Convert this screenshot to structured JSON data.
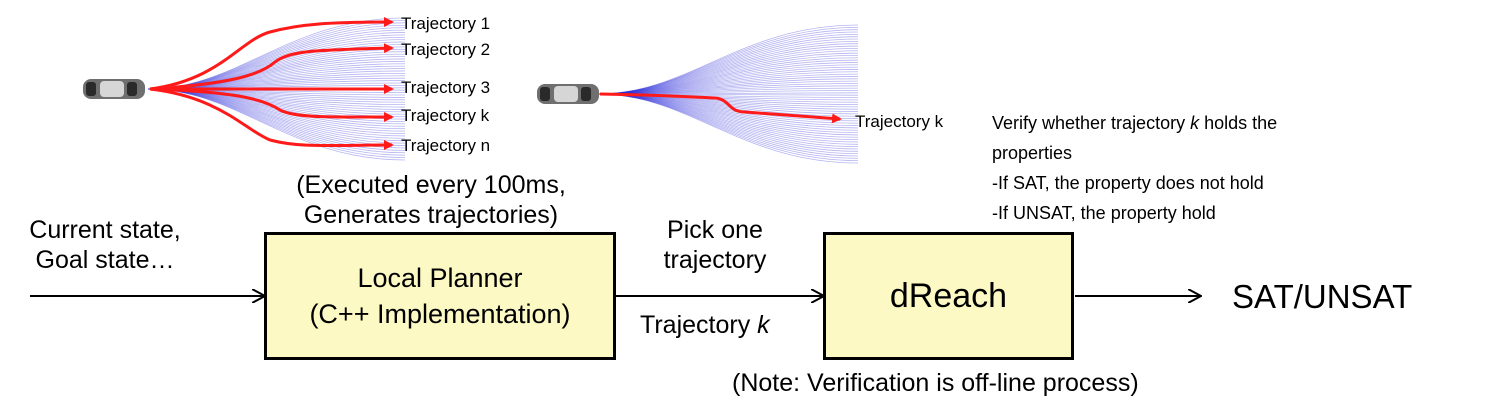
{
  "left_fan": {
    "labels": [
      "Trajectory 1",
      "Trajectory 2",
      "Trajectory 3",
      "Trajectory k",
      "Trajectory n"
    ]
  },
  "right_fan": {
    "label": "Trajectory k"
  },
  "verify_text": {
    "line1_prefix": "Verify whether trajectory ",
    "line1_k": "k",
    "line1_suffix": " holds the",
    "line2": "properties",
    "line3": "-If SAT, the property does not hold",
    "line4": "-If UNSAT, the property hold"
  },
  "planner_note": {
    "line1": "(Executed every 100ms,",
    "line2": "Generates trajectories)"
  },
  "input_text": {
    "line1": "Current state,",
    "line2": "Goal state…"
  },
  "local_planner": {
    "line1": "Local Planner",
    "line2": "(C++ Implementation)"
  },
  "pick_text": {
    "line1": "Pick one",
    "line2": "trajectory"
  },
  "edge_label": {
    "prefix": "Trajectory ",
    "k": "k"
  },
  "dreach": {
    "label": "dReach"
  },
  "output": {
    "label": "SAT/UNSAT"
  },
  "note": {
    "text": "(Note: Verification is off-line process)"
  },
  "colors": {
    "fan": "#2b2bd9",
    "trajectory": "#ff1a1a",
    "box_fill": "#fcf9c4"
  }
}
